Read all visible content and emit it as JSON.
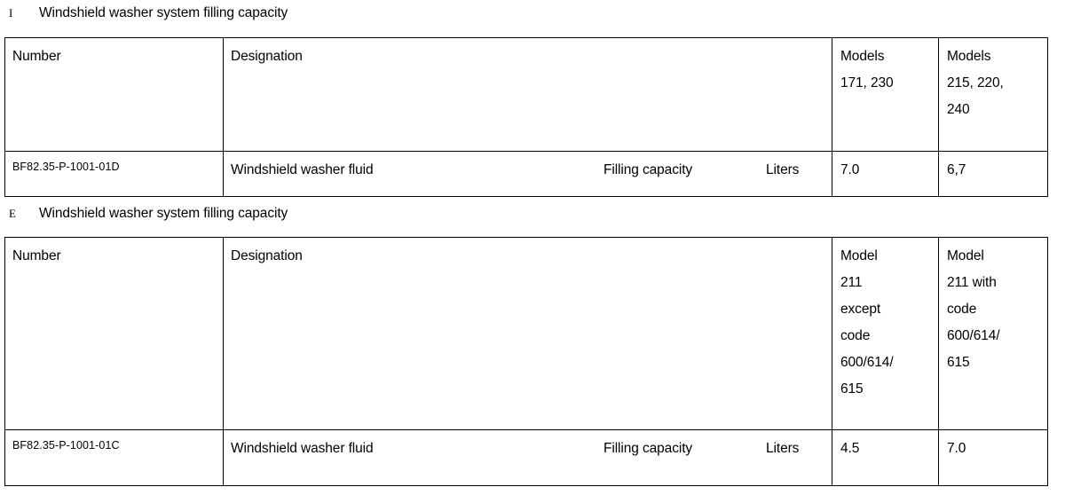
{
  "sections": [
    {
      "letter": "I",
      "title": "Windshield washer system filling capacity",
      "table": {
        "headers": {
          "number": "Number",
          "designation": "Designation",
          "model_a": [
            "Models",
            "171, 230"
          ],
          "model_b": [
            "Models",
            "215, 220,",
            "240"
          ]
        },
        "rows": [
          {
            "number": "BF82.35-P-1001-01D",
            "designation": "Windshield washer fluid",
            "attribute": "Filling capacity",
            "unit": "Liters",
            "value_a": "7.0",
            "value_b": "6,7"
          }
        ]
      }
    },
    {
      "letter": "E",
      "title": "Windshield washer system filling capacity",
      "table": {
        "headers": {
          "number": "Number",
          "designation": "Designation",
          "model_a": [
            "Model",
            "211",
            "except",
            "code",
            "600/614/",
            "615"
          ],
          "model_b": [
            "Model",
            "211 with",
            "code",
            "600/614/",
            "615"
          ]
        },
        "rows": [
          {
            "number": "BF82.35-P-1001-01C",
            "designation": "Windshield washer fluid",
            "attribute": "Filling capacity",
            "unit": "Liters",
            "value_a": "4.5",
            "value_b": "7.0"
          }
        ]
      }
    }
  ],
  "colors": {
    "text": "#000000",
    "background": "#ffffff",
    "rule": "#000000"
  }
}
